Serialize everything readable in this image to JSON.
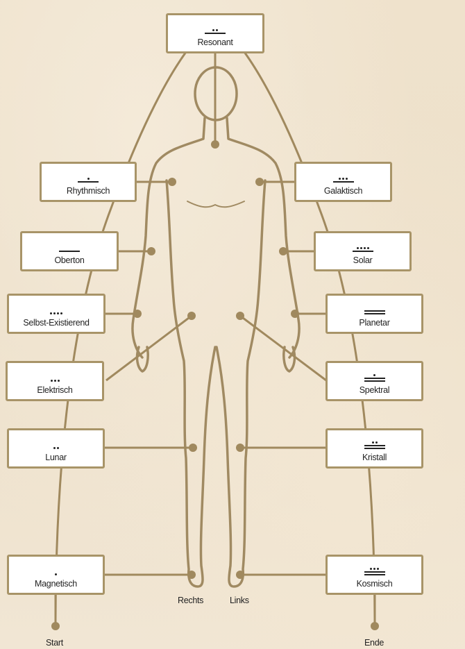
{
  "tones": [
    {
      "id": "resonant",
      "label": "Resonant",
      "dots": 2,
      "bars": 1
    },
    {
      "id": "rhythmisch",
      "label": "Rhythmisch",
      "dots": 1,
      "bars": 1
    },
    {
      "id": "galaktisch",
      "label": "Galaktisch",
      "dots": 3,
      "bars": 1
    },
    {
      "id": "oberton",
      "label": "Oberton",
      "dots": 0,
      "bars": 1
    },
    {
      "id": "solar",
      "label": "Solar",
      "dots": 4,
      "bars": 1
    },
    {
      "id": "selbst-existierend",
      "label": "Selbst-Existierend",
      "dots": 4,
      "bars": 0
    },
    {
      "id": "planetar",
      "label": "Planetar",
      "dots": 0,
      "bars": 2
    },
    {
      "id": "elektrisch",
      "label": "Elektrisch",
      "dots": 3,
      "bars": 0
    },
    {
      "id": "spektral",
      "label": "Spektral",
      "dots": 1,
      "bars": 2
    },
    {
      "id": "lunar",
      "label": "Lunar",
      "dots": 2,
      "bars": 0
    },
    {
      "id": "kristall",
      "label": "Kristall",
      "dots": 2,
      "bars": 2
    },
    {
      "id": "magnetisch",
      "label": "Magnetisch",
      "dots": 1,
      "bars": 0
    },
    {
      "id": "kosmisch",
      "label": "Kosmisch",
      "dots": 3,
      "bars": 2
    }
  ],
  "feet": {
    "right": "Rechts",
    "left": "Links"
  },
  "path": {
    "start": "Start",
    "end": "Ende"
  },
  "colors": {
    "line": "#a0895e",
    "box_border": "#a89468",
    "figure": "#a08a62"
  }
}
